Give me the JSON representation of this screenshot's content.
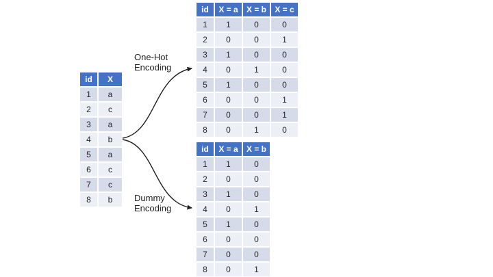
{
  "colors": {
    "header_bg": "#4472C4",
    "header_text": "#FFFFFF",
    "band_dark": "#D5DBE9",
    "band_light": "#ECEFF6",
    "body_text": "#262626",
    "arrow": "#1F1F1F"
  },
  "labels": {
    "one_hot": {
      "line1": "One-Hot",
      "line2": "Encoding"
    },
    "dummy": {
      "line1": "Dummy",
      "line2": "Encoding"
    }
  },
  "tables": {
    "source": {
      "headers": [
        "id",
        "X"
      ],
      "rows": [
        [
          "1",
          "a"
        ],
        [
          "2",
          "c"
        ],
        [
          "3",
          "a"
        ],
        [
          "4",
          "b"
        ],
        [
          "5",
          "a"
        ],
        [
          "6",
          "c"
        ],
        [
          "7",
          "c"
        ],
        [
          "8",
          "b"
        ]
      ]
    },
    "one_hot": {
      "headers": [
        "id",
        "X = a",
        "X = b",
        "X = c"
      ],
      "rows": [
        [
          "1",
          "1",
          "0",
          "0"
        ],
        [
          "2",
          "0",
          "0",
          "1"
        ],
        [
          "3",
          "1",
          "0",
          "0"
        ],
        [
          "4",
          "0",
          "1",
          "0"
        ],
        [
          "5",
          "1",
          "0",
          "0"
        ],
        [
          "6",
          "0",
          "0",
          "1"
        ],
        [
          "7",
          "0",
          "0",
          "1"
        ],
        [
          "8",
          "0",
          "1",
          "0"
        ]
      ]
    },
    "dummy": {
      "headers": [
        "id",
        "X = a",
        "X = b"
      ],
      "rows": [
        [
          "1",
          "1",
          "0"
        ],
        [
          "2",
          "0",
          "0"
        ],
        [
          "3",
          "1",
          "0"
        ],
        [
          "4",
          "0",
          "1"
        ],
        [
          "5",
          "1",
          "0"
        ],
        [
          "6",
          "0",
          "0"
        ],
        [
          "7",
          "0",
          "0"
        ],
        [
          "8",
          "0",
          "1"
        ]
      ]
    }
  }
}
